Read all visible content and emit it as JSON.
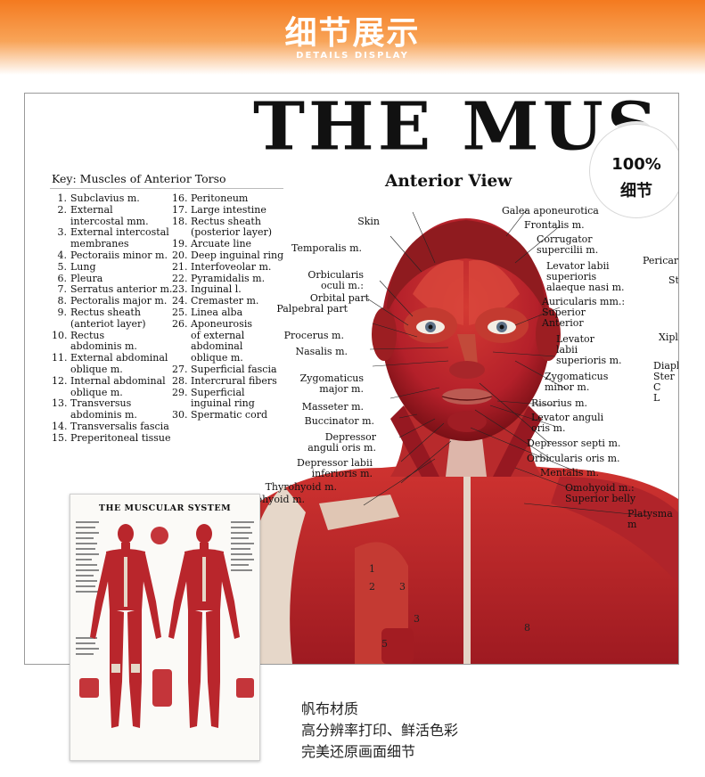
{
  "banner": {
    "title": "细节展示",
    "subtitle": "DETAILS DISPLAY"
  },
  "poster": {
    "big_title": "THE MUS",
    "badge": {
      "percent": "100%",
      "label": "细节"
    },
    "key_title": "Key: Muscles of Anterior Torso",
    "key_col1": [
      {
        "n": "1.",
        "t": "Subclavius m."
      },
      {
        "n": "2.",
        "t": "External\nintercostal mm."
      },
      {
        "n": "3.",
        "t": "External intercostal\nmembranes"
      },
      {
        "n": "4.",
        "t": "Pectoraiis minor m."
      },
      {
        "n": "5.",
        "t": "Lung"
      },
      {
        "n": "6.",
        "t": "Pleura"
      },
      {
        "n": "7.",
        "t": "Serratus anterior m."
      },
      {
        "n": "8.",
        "t": "Pectoralis major m."
      },
      {
        "n": "9.",
        "t": "Rectus sheath\n(anteriot layer)"
      },
      {
        "n": "10.",
        "t": "Rectus\nabdominis m."
      },
      {
        "n": "11.",
        "t": "External abdominal\noblique m."
      },
      {
        "n": "12.",
        "t": "Internal abdominal\noblique m."
      },
      {
        "n": "13.",
        "t": "Transversus\nabdominis m."
      },
      {
        "n": "14.",
        "t": "Transversalis fascia"
      },
      {
        "n": "15.",
        "t": "Preperitoneal tissue"
      }
    ],
    "key_col2": [
      {
        "n": "16.",
        "t": "Peritoneum"
      },
      {
        "n": "17.",
        "t": "Large intestine"
      },
      {
        "n": "18.",
        "t": "Rectus sheath\n(posterior layer)"
      },
      {
        "n": "19.",
        "t": "Arcuate line"
      },
      {
        "n": "20.",
        "t": "Deep inguinal ring"
      },
      {
        "n": "21.",
        "t": "Interfoveolar m."
      },
      {
        "n": "22.",
        "t": "Pyramidalis m."
      },
      {
        "n": "23.",
        "t": "Inguinal l."
      },
      {
        "n": "24.",
        "t": "Cremaster m."
      },
      {
        "n": "25.",
        "t": "Linea alba"
      },
      {
        "n": "26.",
        "t": "Aponeurosis\nof external\nabdominal\noblique m."
      },
      {
        "n": "27.",
        "t": "Superficial fascia"
      },
      {
        "n": "28.",
        "t": "Intercrural fibers"
      },
      {
        "n": "29.",
        "t": "Superficial\ninguinal ring"
      },
      {
        "n": "30.",
        "t": "Spermatic cord"
      }
    ],
    "anterior_title": "Anterior View",
    "labels_left": {
      "skin": "Skin",
      "temporalis": "Temporalis m.",
      "orbicularis_oculi": "Orbicularis\noculi m.:",
      "orbital_part": "Orbital part",
      "palpebral_part": "Palpebral part",
      "procerus": "Procerus m.",
      "nasalis": "Nasalis m.",
      "zygomaticus_major": "Zygomaticus\nmajor m.",
      "masseter": "Masseter m.",
      "buccinator": "Buccinator m.",
      "depressor_anguli": "Depressor\nanguli oris m.",
      "depressor_labii": "Depressor labii\ninferioris m.",
      "thyrohyoid": "Thyrohyoid m.",
      "hyoid_cut": "ohyoid m."
    },
    "labels_right": {
      "galea": "Galea aponeurotica",
      "frontalis": "Frontalis m.",
      "corrugator": "Corrugator\nsupercilii m.",
      "levator_alaeque": "Levator labii\nsuperioris\nalaeque nasi m.",
      "auricularis": "Auricularis mm.:\nSuperior\nAnterior",
      "levator_labii": "Levator\nlabii\nsuperioris m.",
      "zygomaticus_minor": "Zygomaticus\nminor m.",
      "risorius": "Risorius m.",
      "levator_anguli": "Levator anguli\noris m.",
      "depressor_septi": "Depressor septi m.",
      "orbicularis_oris": "Orbicularis oris m.",
      "mentalis": "Mentalis m.",
      "omohyoid": "Omohyoid m.:\nSuperior belly",
      "platysma": "Platysma m"
    },
    "labels_far_right": [
      "Pericard",
      "St",
      "Xipl",
      "Diapl\nSter\nC\nL"
    ],
    "torso_numbers": [
      "1",
      "2",
      "3",
      "3",
      "5",
      "8"
    ]
  },
  "thumbnail": {
    "title": "THE MUSCULAR SYSTEM"
  },
  "caption": [
    "帆布材质",
    "高分辨率打印、鲜活色彩",
    "完美还原画面细节"
  ],
  "colors": {
    "banner_orange": "#f47a1f",
    "muscle_red": "#c2272d",
    "muscle_dark": "#8d1418"
  }
}
